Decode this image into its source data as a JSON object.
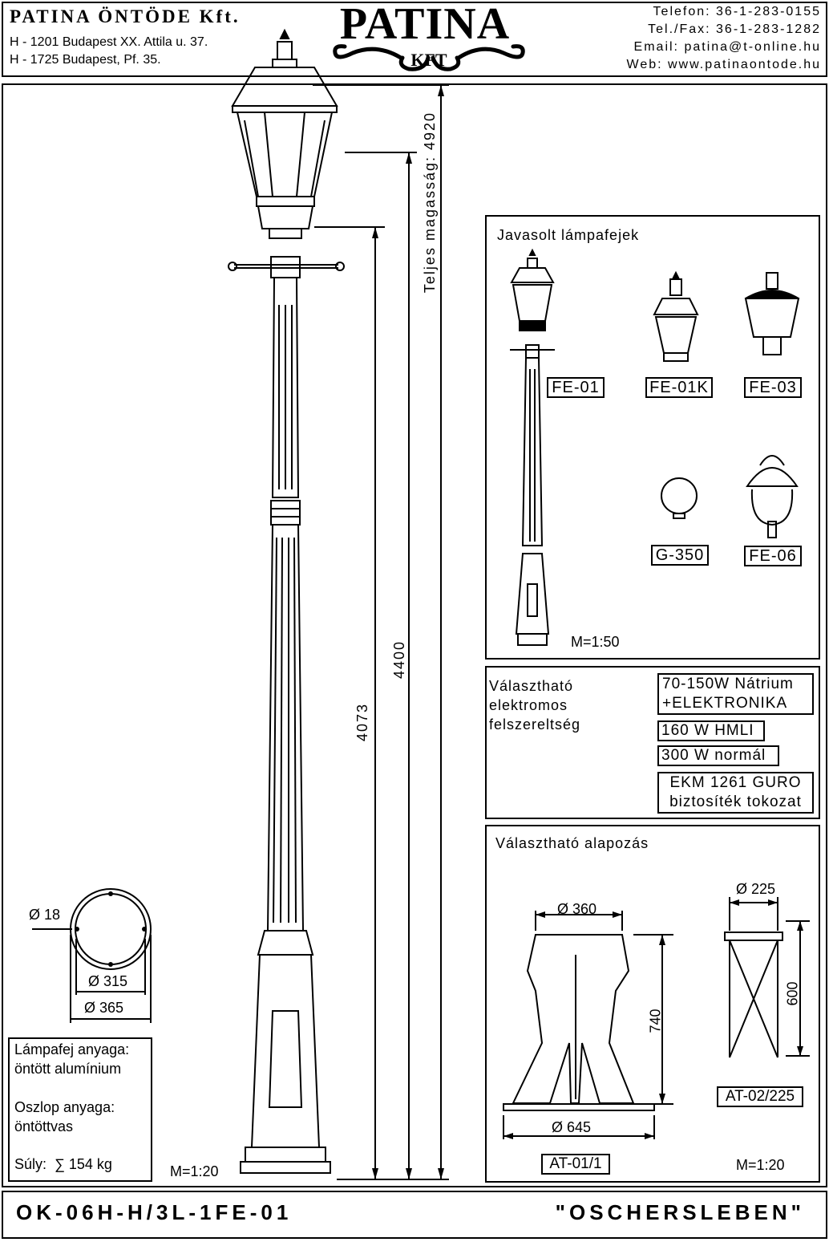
{
  "header": {
    "company_name": "PATINA ÖNTÖDE Kft.",
    "address_1": "H - 1201 Budapest XX. Attila u. 37.",
    "address_2": "H - 1725 Budapest, Pf. 35.",
    "logo_main": "PATINA",
    "logo_sub": "KFT",
    "phone": "Telefon: 36-1-283-0155",
    "fax": "Tel./Fax: 36-1-283-1282",
    "email": "Email: patina@t-online.hu",
    "web": "Web: www.patinaontode.hu"
  },
  "drawing": {
    "total_height_label": "Teljes magasság:",
    "total_height": "4920",
    "dim_4400": "4400",
    "dim_4073": "4073",
    "scale_main": "M=1:20",
    "section": {
      "d18": "Ø 18",
      "d315": "Ø 315",
      "d365": "Ø 365"
    }
  },
  "materials": {
    "head_label": "Lámpafej anyaga:",
    "head_value": "öntött alumínium",
    "pole_label": "Oszlop anyaga:",
    "pole_value": "öntöttvas",
    "weight": "Súly:  ∑ 154 kg"
  },
  "lamp_heads": {
    "title": "Javasolt lámpafejek",
    "items": [
      "FE-01",
      "FE-01K",
      "FE-03",
      "G-350",
      "FE-06"
    ],
    "scale": "M=1:50"
  },
  "electrical": {
    "title_lines": [
      "Választható",
      "elektromos",
      "felszereltség"
    ],
    "options": [
      [
        "70-150W Nátrium",
        "+ELEKTRONIKA"
      ],
      [
        "160 W HMLI"
      ],
      [
        "300 W normál"
      ],
      [
        "EKM 1261 GURO",
        "biztosíték tokozat"
      ]
    ]
  },
  "foundation": {
    "title": "Választható alapozás",
    "d360": "Ø 360",
    "h740": "740",
    "d645": "Ø 645",
    "label_1": "AT-01/1",
    "d225": "Ø 225",
    "h600": "600",
    "label_2": "AT-02/225",
    "scale": "M=1:20"
  },
  "footer": {
    "code": "OK-06H-H/3L-1FE-01",
    "name": "\"OSCHERSLEBEN\""
  }
}
